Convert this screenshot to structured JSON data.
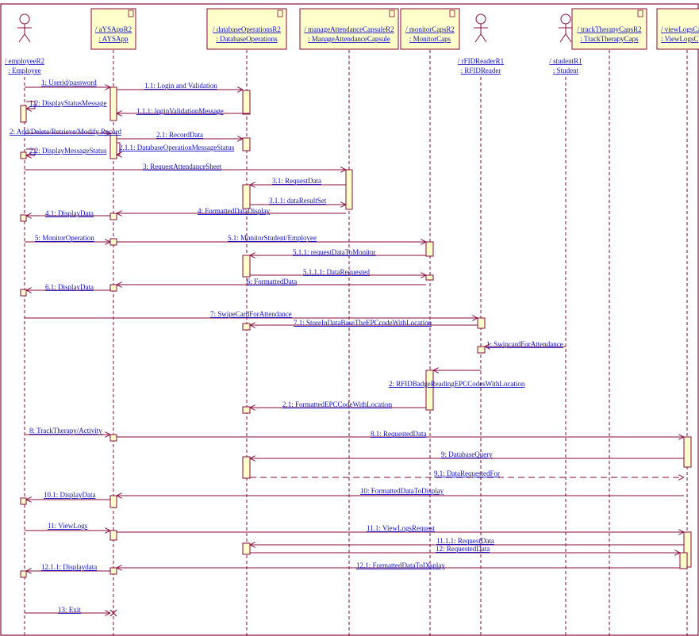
{
  "colors": {
    "line": "#8b0a3c",
    "text": "#1010c8",
    "object_fill": "#ffffcc",
    "bar_fill": "#ffffcc",
    "frame": "#8b0a3c"
  },
  "actors": [
    {
      "id": "employee",
      "line1": "/ employeeR2",
      "line2": ": Employee"
    },
    {
      "id": "rfid",
      "line1": "/ rFIDReaderR1",
      "line2": ": RFIDReader"
    },
    {
      "id": "student",
      "line1": "/ studentR1",
      "line2": ": Student"
    }
  ],
  "objects": [
    {
      "id": "ays",
      "line1": "/ aYSAppR2",
      "line2": ": AYSApp"
    },
    {
      "id": "dbops",
      "line1": "/ databaseOperationsR2",
      "line2": ": DatabaseOperations"
    },
    {
      "id": "mac",
      "line1": "/ manageAttendanceCapsuleR2",
      "line2": ": ManageAttendanceCapsule"
    },
    {
      "id": "mon",
      "line1": "/ monitorCapsR2",
      "line2": ": MonitorCaps"
    },
    {
      "id": "ttc",
      "line1": "/ trackTherapyCapsR2",
      "line2": ": TrackTherapyCaps"
    },
    {
      "id": "vlc",
      "line1": "/ viewLogsCa",
      "line2": ": ViewLogsC"
    }
  ],
  "messages": [
    {
      "id": "m1",
      "label": "1: Userid/password"
    },
    {
      "id": "m1_1",
      "label": "1.1: Login and Validation"
    },
    {
      "id": "m1_1_1",
      "label": "1.1.1: loginValidationMessage"
    },
    {
      "id": "m1_2",
      "label": "1.2: DisplayStatusMessage"
    },
    {
      "id": "m2",
      "label": "2: Add/Delete/Retrieve/Modify Record"
    },
    {
      "id": "m2_1",
      "label": "2.1: RecordData"
    },
    {
      "id": "m2_1_1",
      "label": "2.1.1: DatabaseOperationMessageStatus"
    },
    {
      "id": "m2_2",
      "label": "2.2: DisplayMessageStatus"
    },
    {
      "id": "m3",
      "label": "3: RequestAttendanceSheet"
    },
    {
      "id": "m3_1",
      "label": "3.1: RequestData"
    },
    {
      "id": "m3_1_1",
      "label": "3.1.1: dataResultSet"
    },
    {
      "id": "m4",
      "label": "4: FormattedDataDisplay"
    },
    {
      "id": "m4_1",
      "label": "4.1: DisplayData"
    },
    {
      "id": "m5",
      "label": "5: MonitorOperation"
    },
    {
      "id": "m5_1",
      "label": "5.1: MonitorStudent/Employee"
    },
    {
      "id": "m5_1_1",
      "label": "5.1.1: requestDataToMonitor"
    },
    {
      "id": "m5_1_1_1",
      "label": "5.1.1.1: DataRequested"
    },
    {
      "id": "m6",
      "label": "6: FormattedData"
    },
    {
      "id": "m6_1",
      "label": "6.1: DisplayData"
    },
    {
      "id": "m7",
      "label": "7: SwipeCardForAttendance"
    },
    {
      "id": "m7_1",
      "label": "7.1: StoreInDataBaseTheEPCcodeWithLocation"
    },
    {
      "id": "r1",
      "label": "1: SwipcardForAttendance"
    },
    {
      "id": "r2",
      "label": "2: RFIDBadgeReadingEPCCodesWithLocation"
    },
    {
      "id": "r2_1",
      "label": "2.1: FormattedEPCCodeWithLocation"
    },
    {
      "id": "m8",
      "label": "8: TrackTherapy/Activity"
    },
    {
      "id": "m8_1",
      "label": "8.1: RequestedData"
    },
    {
      "id": "m9",
      "label": "9: DatabaseQuery"
    },
    {
      "id": "m9_1",
      "label": "9.1: DataRequestedFor"
    },
    {
      "id": "m10",
      "label": "10: FormattedDataToDisplay"
    },
    {
      "id": "m10_1",
      "label": "10.1: DisplayData"
    },
    {
      "id": "m11",
      "label": "11: ViewLogs"
    },
    {
      "id": "m11_1",
      "label": "11.1: ViewLogsRequest"
    },
    {
      "id": "m11_1_1",
      "label": "11.1.1: RequestData"
    },
    {
      "id": "m12",
      "label": "12: RequestedData"
    },
    {
      "id": "m12_1",
      "label": "12.1: FormattedDataToDisplay"
    },
    {
      "id": "m12_1_1",
      "label": "12.1.1: Displaydata"
    },
    {
      "id": "m13",
      "label": "13: Exit"
    }
  ]
}
